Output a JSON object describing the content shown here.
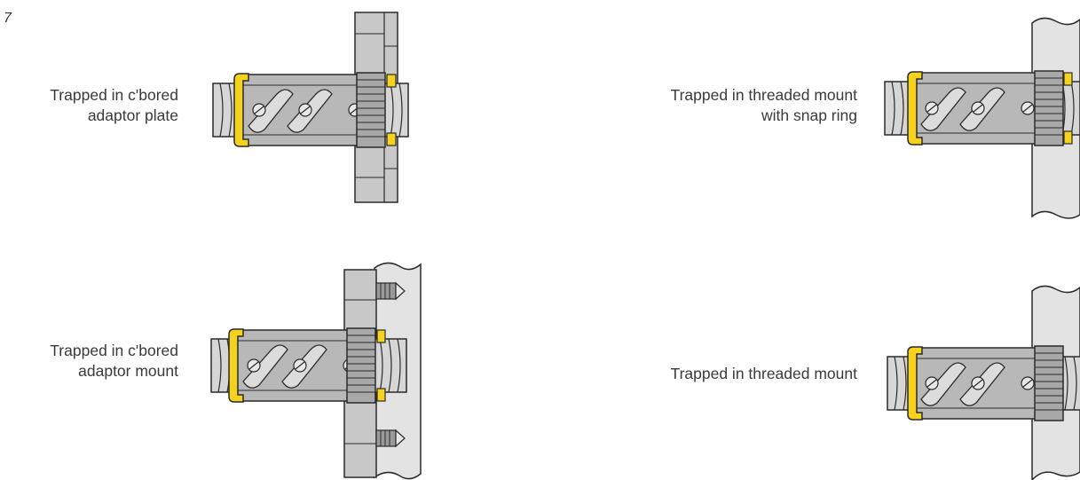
{
  "figure_number": "7",
  "captions": {
    "c1": "Trapped in c'bored adaptor plate",
    "c2": "Trapped in threaded mount with snap ring",
    "c3": "Trapped in c'bored adaptor mount",
    "c4": "Trapped in threaded mount"
  },
  "colors": {
    "nut_body": "#b8b8b8",
    "nut_dark": "#9a9a9a",
    "housing": "#e3e3e3",
    "flange": "#c8c8c8",
    "yellow_seal": "#f5d21e",
    "outline": "#2a2a2a",
    "tube": "#dcdcdc"
  }
}
